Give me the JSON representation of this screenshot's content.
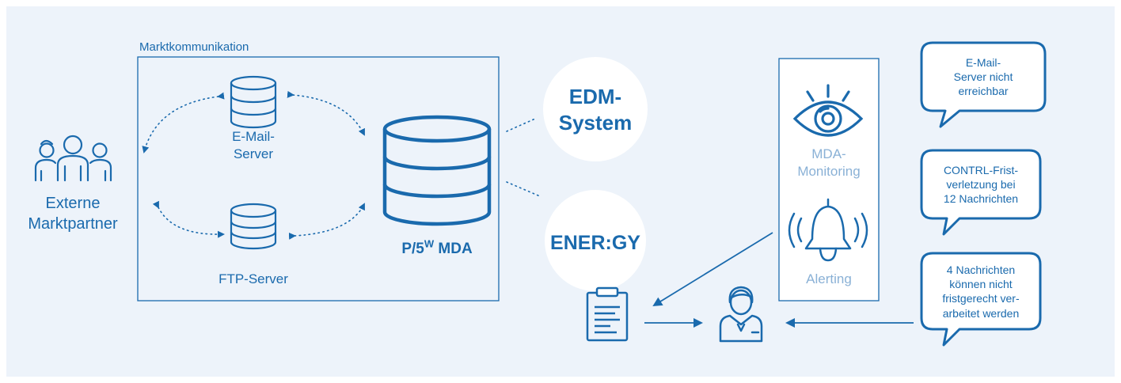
{
  "frame": {
    "title": "Marktkommunikation"
  },
  "external": {
    "label_line1": "Externe",
    "label_line2": "Marktpartner"
  },
  "mail_server": {
    "label_line1": "E-Mail-",
    "label_line2": "Server"
  },
  "ftp_server": {
    "label": "FTP-Server"
  },
  "mda": {
    "label_prefix": "P/5",
    "label_sup": "W",
    "label_suffix": " MDA"
  },
  "edm": {
    "label_line1": "EDM-",
    "label_line2": "System"
  },
  "energy": {
    "label": "ENER:GY"
  },
  "monitoring": {
    "label_line1": "MDA-",
    "label_line2": "Monitoring"
  },
  "alerting": {
    "label": "Alerting"
  },
  "bubbles": [
    {
      "line1": "E-Mail-",
      "line2": "Server nicht",
      "line3": "erreichbar"
    },
    {
      "line1": "CONTRL-Frist-",
      "line2": "verletzung bei",
      "line3": "12 Nachrichten"
    },
    {
      "line1": "4 Nachrichten",
      "line2": "können nicht",
      "line3": "fristgerecht ver-",
      "line4": "arbeitet werden"
    }
  ],
  "colors": {
    "accent": "#1a6aad",
    "muted": "#8ab1d6",
    "panel": "#edf3fa",
    "circle": "#ffffff"
  }
}
